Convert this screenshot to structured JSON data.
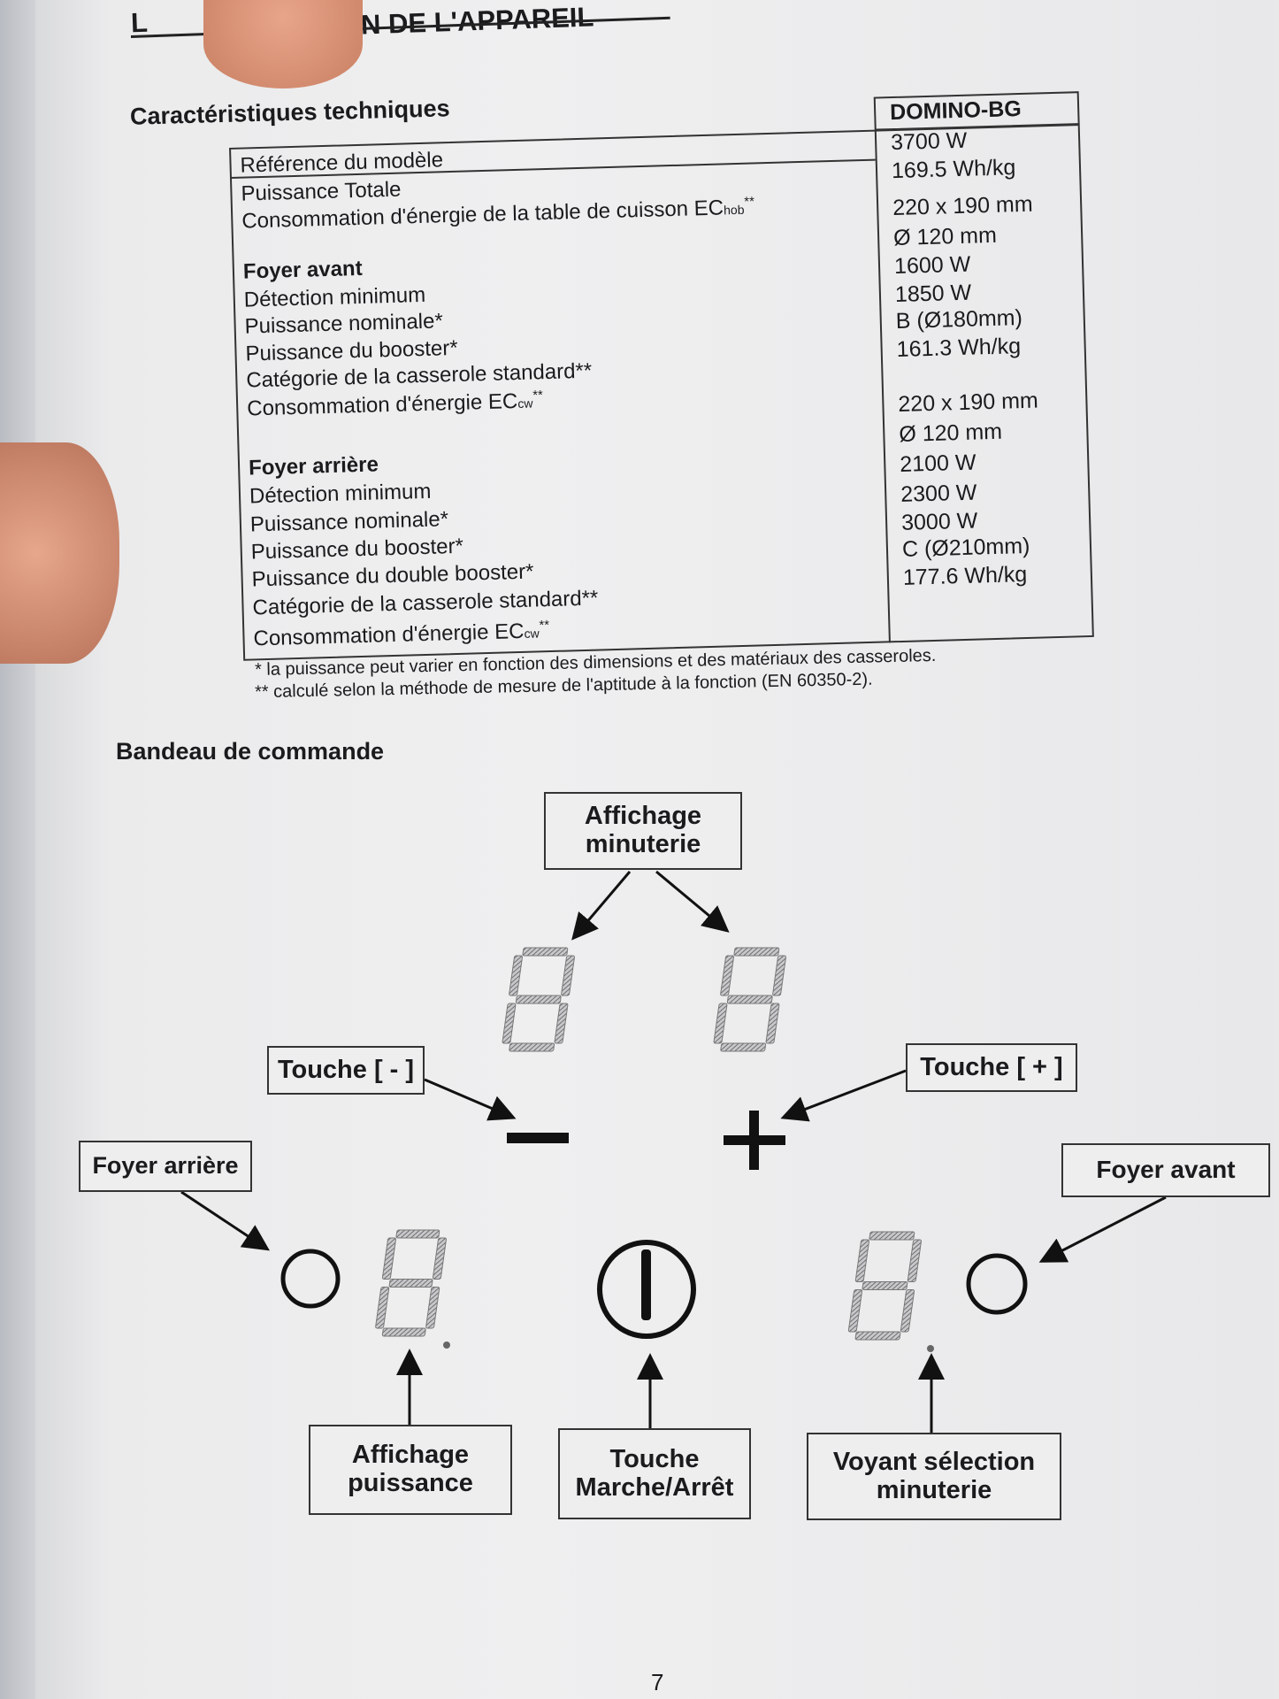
{
  "header": {
    "title": "N DE L'APPAREIL",
    "title_prefix": "L"
  },
  "specs": {
    "title": "Caractéristiques techniques",
    "model": "DOMINO-BG",
    "rows": [
      {
        "label": "Référence du modèle",
        "value": "3700 W"
      },
      {
        "label": "Puissance Totale",
        "value": "169.5 Wh/kg"
      },
      {
        "label": "Consommation d'énergie de la table de cuisson EC",
        "sub": "hob",
        "sup": "**",
        "value": ""
      },
      {
        "label": "Foyer avant",
        "bold": true,
        "value": "220 x 190 mm"
      },
      {
        "label": "Détection minimum",
        "value": "Ø 120 mm"
      },
      {
        "label": "Puissance nominale*",
        "value": "1600 W"
      },
      {
        "label": "Puissance du booster*",
        "value": "1850 W"
      },
      {
        "label": "Catégorie de la casserole standard**",
        "value": "B (Ø180mm)"
      },
      {
        "label": "Consommation d'énergie EC",
        "sub": "cw",
        "sup": "**",
        "value": "161.3 Wh/kg"
      },
      {
        "label": "Foyer arrière",
        "bold": true,
        "value": "220 x 190 mm"
      },
      {
        "label": "Détection minimum",
        "value": "Ø 120 mm"
      },
      {
        "label": "Puissance nominale*",
        "value": "2100 W"
      },
      {
        "label": "Puissance du booster*",
        "value": "2300 W"
      },
      {
        "label": "Puissance du double booster*",
        "value": "3000 W"
      },
      {
        "label": "Catégorie de la casserole standard**",
        "value": "C (Ø210mm)"
      },
      {
        "label": "Consommation d'énergie EC",
        "sub": "cw",
        "sup": "**",
        "value": "177.6 Wh/kg"
      }
    ],
    "footnotes": [
      "* la puissance peut varier en fonction des dimensions et des matériaux des casseroles.",
      "** calculé selon la méthode de mesure de l'aptitude à la fonction (EN 60350-2)."
    ]
  },
  "panel": {
    "title": "Bandeau de commande",
    "labels": {
      "timer_display": [
        "Affichage",
        "minuterie"
      ],
      "minus_key": "Touche [ - ]",
      "plus_key": "Touche [ + ]",
      "rear_zone": "Foyer arrière",
      "front_zone": "Foyer avant",
      "power_display": [
        "Affichage",
        "puissance"
      ],
      "on_off": [
        "Touche",
        "Marche/Arrêt"
      ],
      "timer_led": [
        "Voyant sélection",
        "minuterie"
      ]
    }
  },
  "page_number": "7"
}
